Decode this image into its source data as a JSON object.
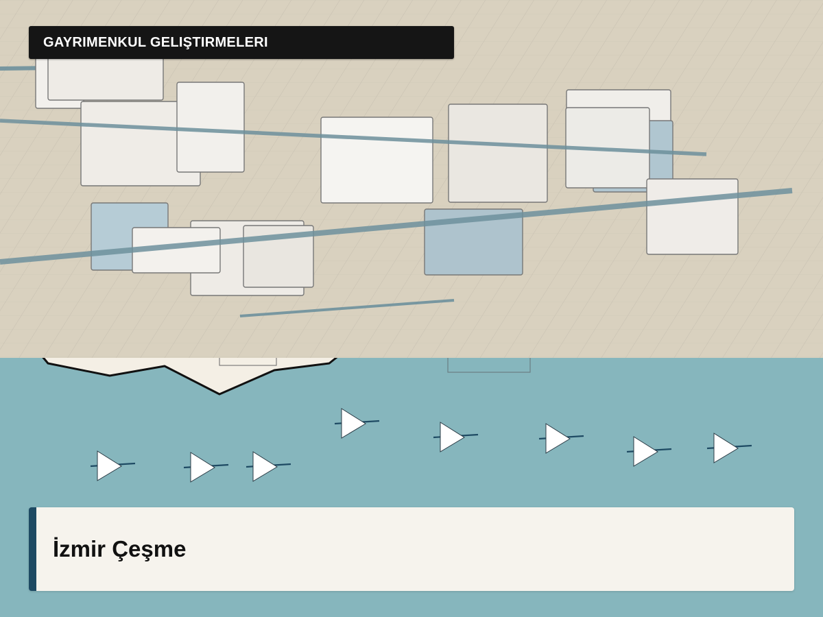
{
  "header": {
    "title": "GAYRIMENKUL GELIŞTIRMELERI"
  },
  "location_card": {
    "label": "İzmir Çeşme"
  },
  "map": {
    "land_color": "#d9d1bf",
    "sea_color": "#86b6bd",
    "building_color": "#f2f0ec",
    "building_highlight_color": "#b0c6d0",
    "road_color": "#6d909c",
    "accent_color": "#1e4a63",
    "boat_icon": "sailboat-icon",
    "boat_count": 9
  }
}
